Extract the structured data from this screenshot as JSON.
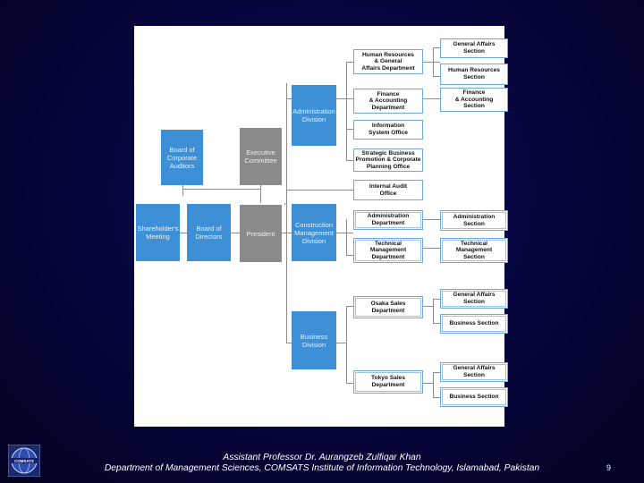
{
  "org_chart": {
    "left_boxes": {
      "board_auditors": "Board of\nCorporate\nAuditors",
      "shareholders": "Shareholder's\nMeeting",
      "board_directors": "Board of\nDirectors",
      "executive_committee": "Executive\nCommittee",
      "president": "President"
    },
    "divisions": {
      "administration": "Administration\nDivision",
      "construction": "Construction\nManagement\nDivision",
      "business": "Business\nDivision"
    },
    "departments": {
      "hr_general_affairs": "Human Resources\n& General\nAffairs Department",
      "finance_accounting": "Finance\n& Accounting\nDepartment",
      "information_system": "Information\nSystem Office",
      "strategic": "Strategic Business\nPromotion & Corporate\nPlanning Office",
      "internal_audit": "Internal Audit\nOffice",
      "administration_dept": "Administration\nDepartment",
      "technical_mgmt": "Technical\nManagement\nDepartment",
      "osaka_sales": "Osaka Sales\nDepartment",
      "tokyo_sales": "Tokyo Sales\nDepartment"
    },
    "sections": {
      "general_affairs_1": "General Affairs\nSection",
      "human_resources": "Human Resources\nSection",
      "finance_accounting": "Finance\n& Accounting\nSection",
      "administration": "Administration\nSection",
      "technical_mgmt": "Technical\nManagement\nSection",
      "general_affairs_2": "General Affairs\nSection",
      "business_1": "Business Section",
      "general_affairs_3": "General Affairs\nSection",
      "business_2": "Business Section"
    }
  },
  "footer": {
    "line1": "Assistant Professor Dr. Aurangzeb Zulfiqar Khan",
    "line2": "Department of Management Sciences, COMSATS Institute of Information Technology, Islamabad, Pakistan"
  },
  "page_number": "9",
  "logo": {
    "text": "COMSATS",
    "icon": "comsats-globe-logo"
  },
  "colors": {
    "background": "#05053a",
    "box_blue": "#3d8fd6",
    "box_gray": "#8a8a8a",
    "outline": "#6fa8dc"
  }
}
